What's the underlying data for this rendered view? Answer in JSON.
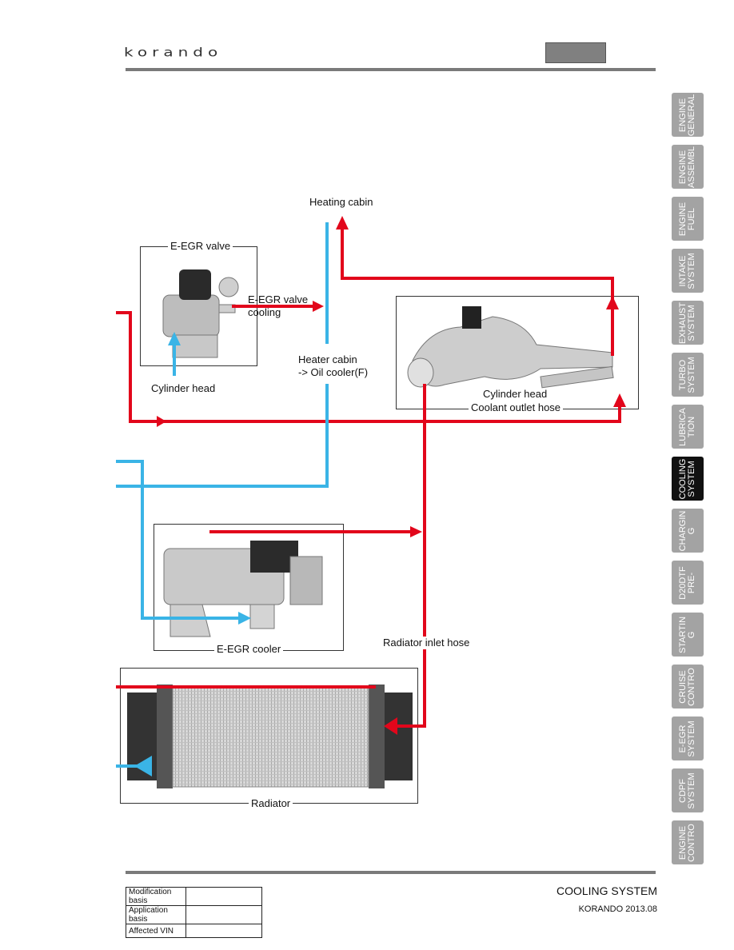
{
  "header": {
    "logo": "korando"
  },
  "tabs": [
    {
      "label": "ENGINE\nGENERAL",
      "active": false
    },
    {
      "label": "ENGINE\nASSEMBL",
      "active": false
    },
    {
      "label": "ENGINE\nFUEL",
      "active": false
    },
    {
      "label": "INTAKE\nSYSTEM",
      "active": false
    },
    {
      "label": "EXHAUST\nSYSTEM",
      "active": false
    },
    {
      "label": "TURBO\nSYSTEM",
      "active": false
    },
    {
      "label": "LUBRICA\nTION",
      "active": false
    },
    {
      "label": "COOLING\nSYSTEM",
      "active": true
    },
    {
      "label": "CHARGIN\nG",
      "active": false
    },
    {
      "label": "D20DTF\nPRE-",
      "active": false
    },
    {
      "label": "STARTIN\nG",
      "active": false
    },
    {
      "label": "CRUISE\nCONTRO",
      "active": false
    },
    {
      "label": "E-EGR\nSYSTEM",
      "active": false
    },
    {
      "label": "CDPF\nSYSTEM",
      "active": false
    },
    {
      "label": "ENGINE\nCONTRO",
      "active": false
    }
  ],
  "diagram": {
    "heating_cabin": "Heating cabin",
    "egr_valve_title": "E-EGR valve",
    "egr_valve_cooling": "E-EGR valve\ncooling",
    "cylinder_head_left": "Cylinder head",
    "heater_cabin_oil": "Heater cabin\n-> Oil cooler(F)",
    "cylinder_head_right": "Cylinder head",
    "coolant_outlet_hose": "Coolant outlet hose",
    "egr_cooler_title": "E-EGR cooler",
    "radiator_inlet_hose": "Radiator inlet hose",
    "radiator_title": "Radiator",
    "colors": {
      "hot": "#e2061b",
      "cold": "#3ab4e6"
    }
  },
  "footer": {
    "table": [
      {
        "key": "Modification basis",
        "value": ""
      },
      {
        "key": "Application basis",
        "value": ""
      },
      {
        "key": "Affected VIN",
        "value": ""
      }
    ],
    "title": "COOLING SYSTEM",
    "subtitle": "KORANDO 2013.08"
  }
}
